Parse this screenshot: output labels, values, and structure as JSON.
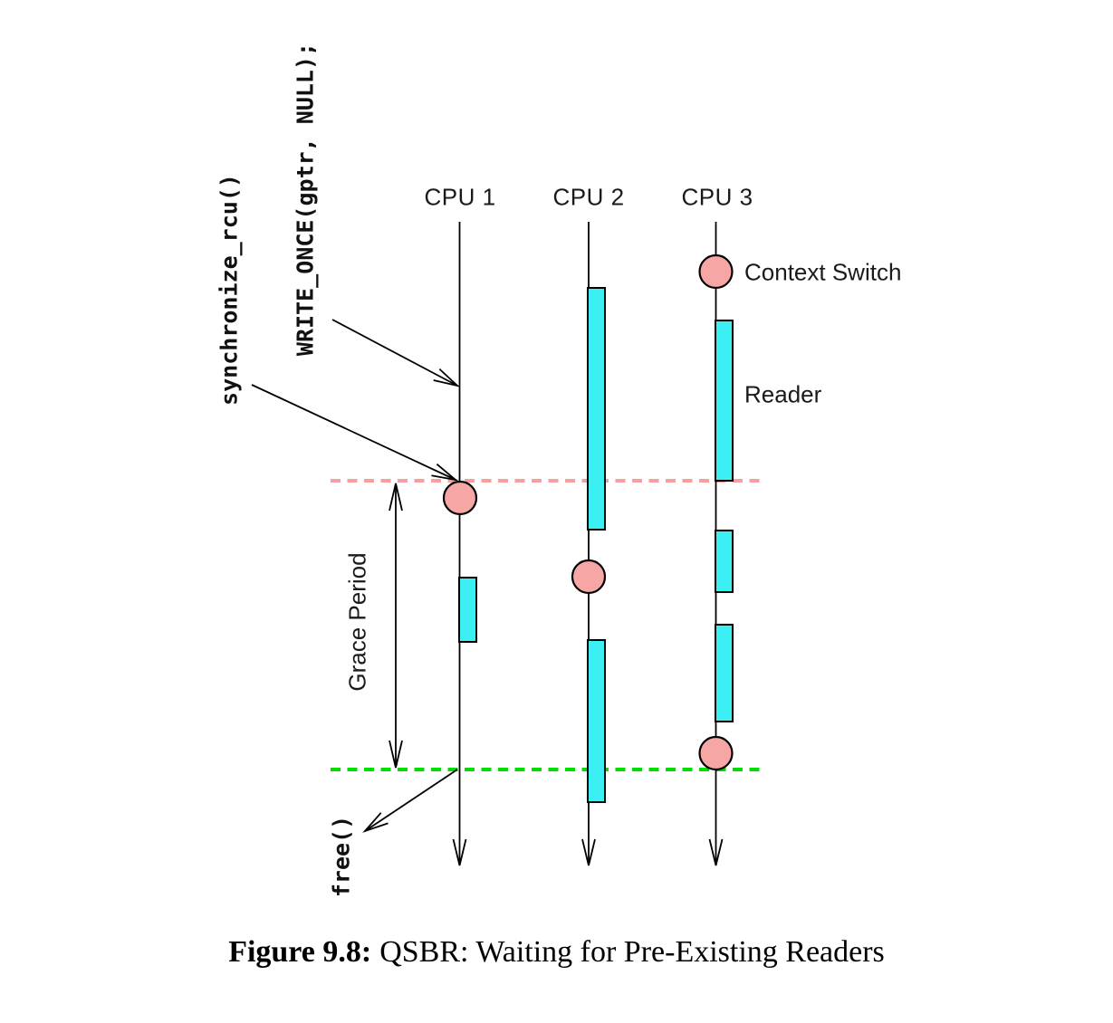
{
  "colors": {
    "stroke": "#000000",
    "reader_fill": "#3CEFF2",
    "marker_fill": "#F7A6A6",
    "grace_start_dash": "#F79E9E",
    "grace_end_dash": "#00DD00"
  },
  "cpus": [
    {
      "label": "CPU 1"
    },
    {
      "label": "CPU 2"
    },
    {
      "label": "CPU 3"
    }
  ],
  "labels": {
    "write_once": "WRITE_ONCE(gptr, NULL);",
    "synchronize_rcu": "synchronize_rcu()",
    "free": "free()",
    "grace_period": "Grace Period",
    "context_switch": "Context Switch",
    "reader": "Reader"
  },
  "caption": {
    "prefix": "Figure 9.8:",
    "text": "QSBR: Waiting for Pre-Existing Readers"
  }
}
